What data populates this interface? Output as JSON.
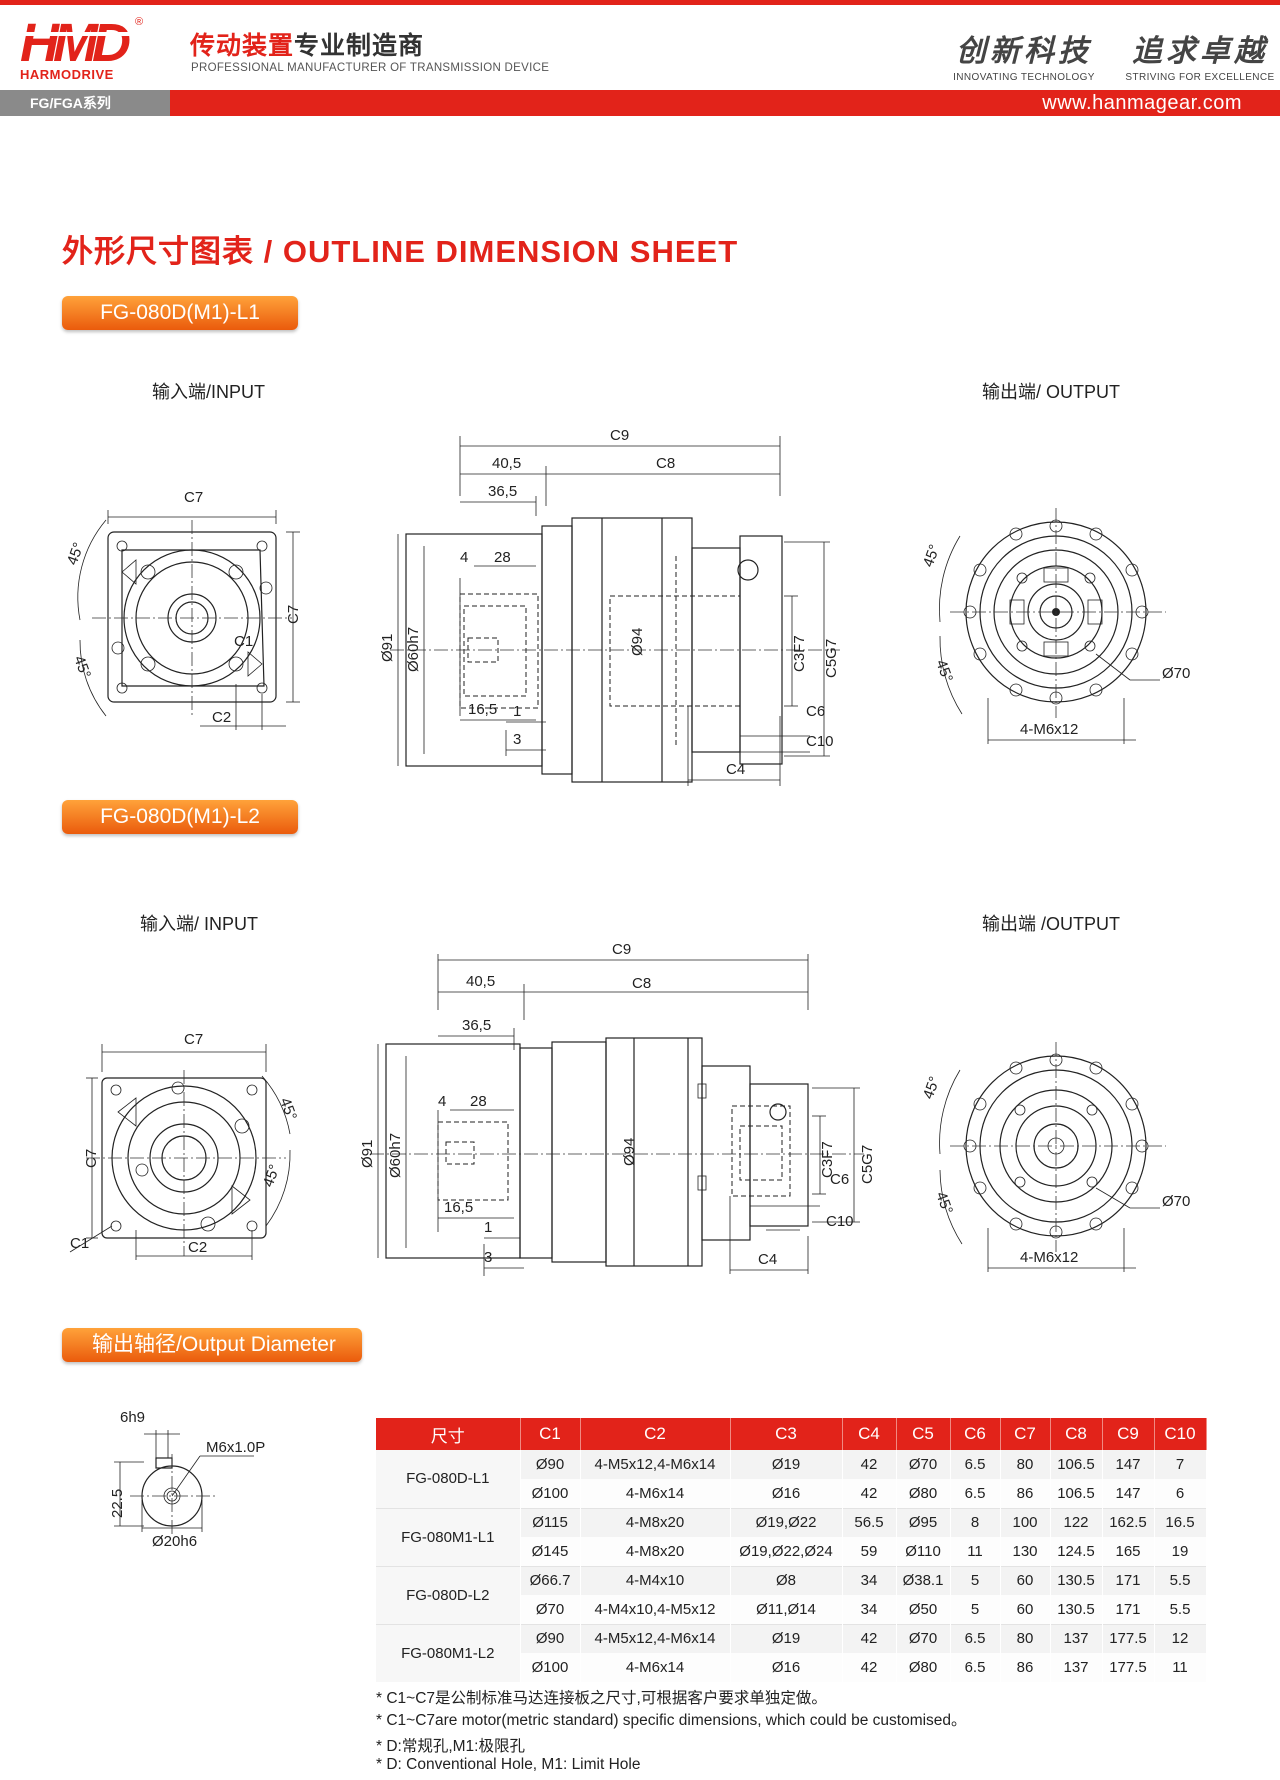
{
  "header": {
    "logo_mark": "HMD",
    "logo_brand": "HARMODRIVE",
    "logo_reg": "®",
    "tagline_cn_red": "传动装置",
    "tagline_cn_dark": "专业制造商",
    "tagline_en": "PROFESSIONAL MANUFACTURER OF TRANSMISSION DEVICE",
    "slogan_1_cn": "创新科技",
    "slogan_1_en": "INNOVATING TECHNOLOGY",
    "slogan_2_cn": "追求卓越",
    "slogan_2_en": "STRIVING FOR EXCELLENCE",
    "series": "FG/FGA系列",
    "website": "www.hanmagear.com",
    "accent_color": "#e2231a",
    "tab_color": "#8a8a8a"
  },
  "page": {
    "title": "外形尺寸图表 / OUTLINE DIMENSION SHEET"
  },
  "section_l1": {
    "model": "FG-080D(M1)-L1",
    "input_label": "输入端/INPUT",
    "output_label": "输出端/ OUTPUT",
    "dims": {
      "c9": "C9",
      "c8": "C8",
      "d405": "40,5",
      "d365": "36,5",
      "c7": "C7",
      "d4": "4",
      "d28": "28",
      "d91": "Ø91",
      "d60": "Ø60h7",
      "d94": "Ø94",
      "c3": "C3F7",
      "c5": "C5G7",
      "d165": "16,5",
      "d1": "1",
      "d3": "3",
      "c6": "C6",
      "c10": "C10",
      "c4": "C4",
      "c2": "C2",
      "c1": "C1",
      "a45": "45°",
      "d70": "Ø70",
      "holes": "4-M6x12"
    }
  },
  "section_l2": {
    "model": "FG-080D(M1)-L2",
    "input_label": "输入端/ INPUT",
    "output_label": "输出端 /OUTPUT",
    "dims": {
      "c9": "C9",
      "c8": "C8",
      "d405": "40,5",
      "d365": "36,5",
      "c7": "C7",
      "d4": "4",
      "d28": "28",
      "d91": "Ø91",
      "d60": "Ø60h7",
      "d94": "Ø94",
      "c3": "C3F7",
      "c5": "C5G7",
      "d165": "16,5",
      "d1": "1",
      "d3": "3",
      "c6": "C6",
      "c10": "C10",
      "c4": "C4",
      "c2": "C2",
      "c1": "C1",
      "a45": "45°",
      "d70": "Ø70",
      "holes": "4-M6x12"
    }
  },
  "section_output": {
    "title": "输出轴径/Output Diameter",
    "shaft": {
      "key": "6h9",
      "thread": "M6x1.0P",
      "height": "22.5",
      "dia": "Ø20h6"
    }
  },
  "table": {
    "headers": [
      "尺寸",
      "C1",
      "C2",
      "C3",
      "C4",
      "C5",
      "C6",
      "C7",
      "C8",
      "C9",
      "C10"
    ],
    "groups": [
      {
        "model": "FG-080D-L1",
        "rows": [
          [
            "Ø90",
            "4-M5x12,4-M6x14",
            "Ø19",
            "42",
            "Ø70",
            "6.5",
            "80",
            "106.5",
            "147",
            "7"
          ],
          [
            "Ø100",
            "4-M6x14",
            "Ø16",
            "42",
            "Ø80",
            "6.5",
            "86",
            "106.5",
            "147",
            "6"
          ]
        ]
      },
      {
        "model": "FG-080M1-L1",
        "rows": [
          [
            "Ø115",
            "4-M8x20",
            "Ø19,Ø22",
            "56.5",
            "Ø95",
            "8",
            "100",
            "122",
            "162.5",
            "16.5"
          ],
          [
            "Ø145",
            "4-M8x20",
            "Ø19,Ø22,Ø24",
            "59",
            "Ø110",
            "11",
            "130",
            "124.5",
            "165",
            "19"
          ]
        ]
      },
      {
        "model": "FG-080D-L2",
        "rows": [
          [
            "Ø66.7",
            "4-M4x10",
            "Ø8",
            "34",
            "Ø38.1",
            "5",
            "60",
            "130.5",
            "171",
            "5.5"
          ],
          [
            "Ø70",
            "4-M4x10,4-M5x12",
            "Ø11,Ø14",
            "34",
            "Ø50",
            "5",
            "60",
            "130.5",
            "171",
            "5.5"
          ]
        ]
      },
      {
        "model": "FG-080M1-L2",
        "rows": [
          [
            "Ø90",
            "4-M5x12,4-M6x14",
            "Ø19",
            "42",
            "Ø70",
            "6.5",
            "80",
            "137",
            "177.5",
            "12"
          ],
          [
            "Ø100",
            "4-M6x14",
            "Ø16",
            "42",
            "Ø80",
            "6.5",
            "86",
            "137",
            "177.5",
            "11"
          ]
        ]
      }
    ]
  },
  "notes": [
    "* C1~C7是公制标准马达连接板之尺寸,可根据客户要求单独定做。",
    "* C1~C7are motor(metric standard)  specific dimensions, which could be customised。",
    "* D:常规孔,M1:极限孔",
    "* D: Conventional Hole, M1: Limit Hole"
  ]
}
